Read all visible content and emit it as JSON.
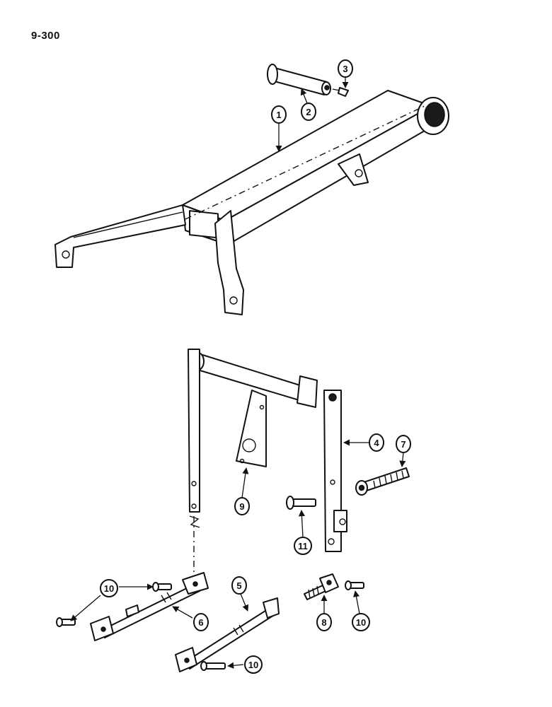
{
  "page_number": "9-300",
  "callouts": [
    {
      "id": "c1",
      "label": "1"
    },
    {
      "id": "c2",
      "label": "2"
    },
    {
      "id": "c3",
      "label": "3"
    },
    {
      "id": "c4",
      "label": "4"
    },
    {
      "id": "c5",
      "label": "5"
    },
    {
      "id": "c6",
      "label": "6"
    },
    {
      "id": "c7",
      "label": "7"
    },
    {
      "id": "c8",
      "label": "8"
    },
    {
      "id": "c9",
      "label": "9"
    },
    {
      "id": "c10a",
      "label": "10"
    },
    {
      "id": "c10b",
      "label": "10"
    },
    {
      "id": "c10c",
      "label": "10"
    },
    {
      "id": "c11",
      "label": "11"
    }
  ]
}
